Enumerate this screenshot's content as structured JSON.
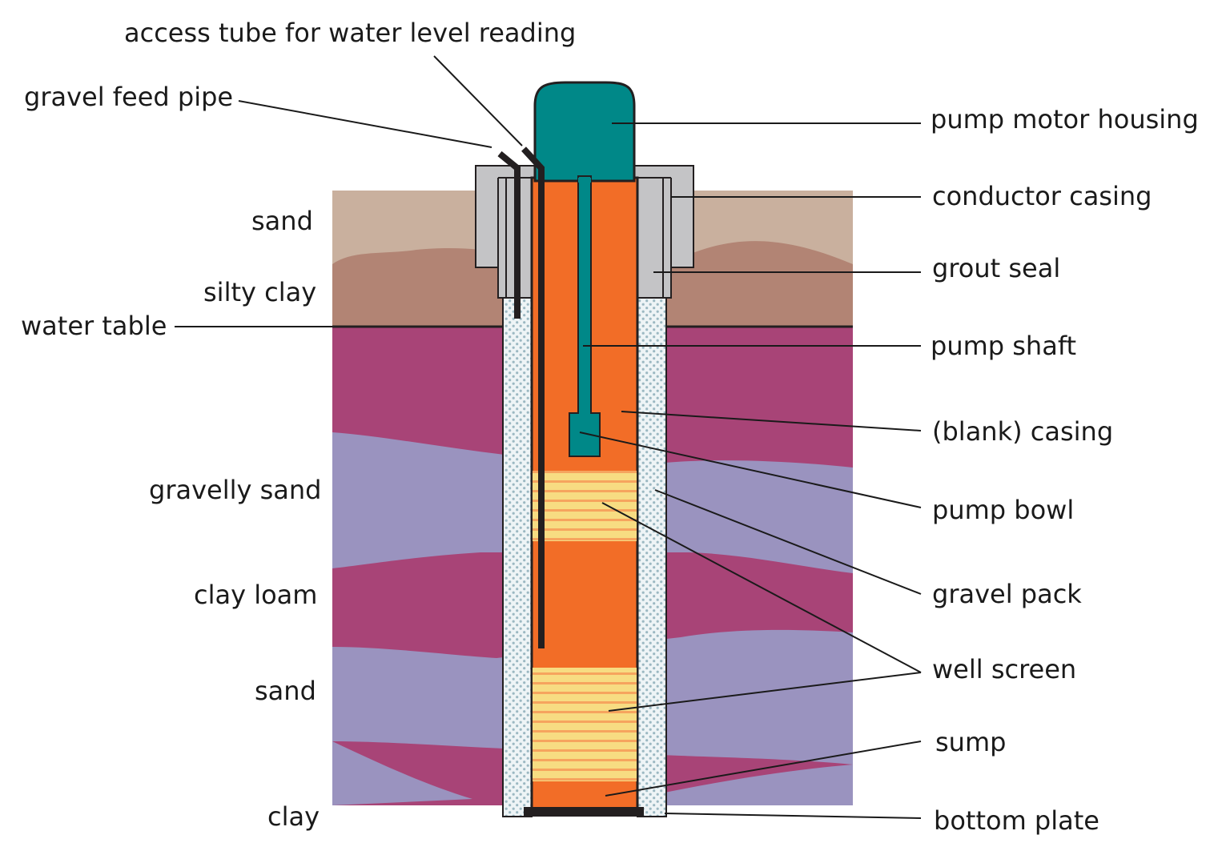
{
  "labels": {
    "access_tube": "access tube for water level reading",
    "gravel_feed_pipe": "gravel feed pipe",
    "pump_motor_housing": "pump motor housing",
    "conductor_casing": "conductor casing",
    "grout_seal": "grout seal",
    "pump_shaft": "pump shaft",
    "blank_casing": "(blank) casing",
    "pump_bowl": "pump bowl",
    "gravel_pack": "gravel pack",
    "well_screen": "well screen",
    "sump": "sump",
    "bottom_plate": "bottom plate",
    "water_table": "water table"
  },
  "layers": {
    "sand_top": "sand",
    "silty_clay": "silty clay",
    "gravelly_sand": "gravelly sand",
    "clay_loam": "clay loam",
    "sand_lower": "sand",
    "clay": "clay"
  },
  "colors": {
    "sand": "#c9b09e",
    "silty_clay": "#b28474",
    "clay_magenta": "#a84477",
    "gravelly_sand_lavender": "#9a93bf",
    "casing_orange": "#f26d27",
    "screen_yellow": "#f7dc82",
    "pump_teal": "#008888",
    "conductor_gray": "#c4c4c6",
    "gravel_speckle": "#a9c6cf",
    "dark_line": "#231f20"
  }
}
